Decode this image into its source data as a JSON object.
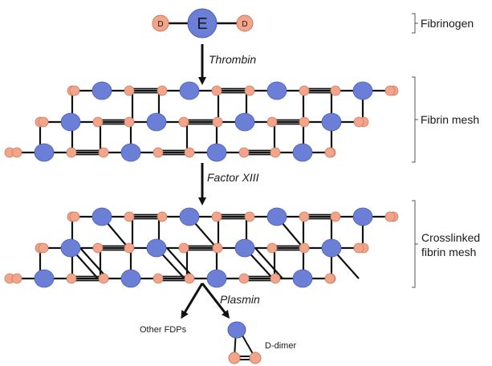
{
  "colors": {
    "d_domain": "#f2a58a",
    "e_domain": "#6b7fd6",
    "line": "#111111"
  },
  "fibrinogen": {
    "d_left": "D",
    "e_center": "E",
    "d_right": "D"
  },
  "steps": {
    "thrombin": "Thrombin",
    "factor_xiii": "Factor XIII",
    "plasmin": "Plasmin"
  },
  "brackets": {
    "fibrinogen": "Fibrinogen",
    "fibrin_mesh": "Fibrin mesh",
    "crosslinked_line1": "Crosslinked",
    "crosslinked_line2": "fibrin mesh"
  },
  "products": {
    "other_fdps": "Other FDPs",
    "d_dimer": "D-dimer"
  }
}
